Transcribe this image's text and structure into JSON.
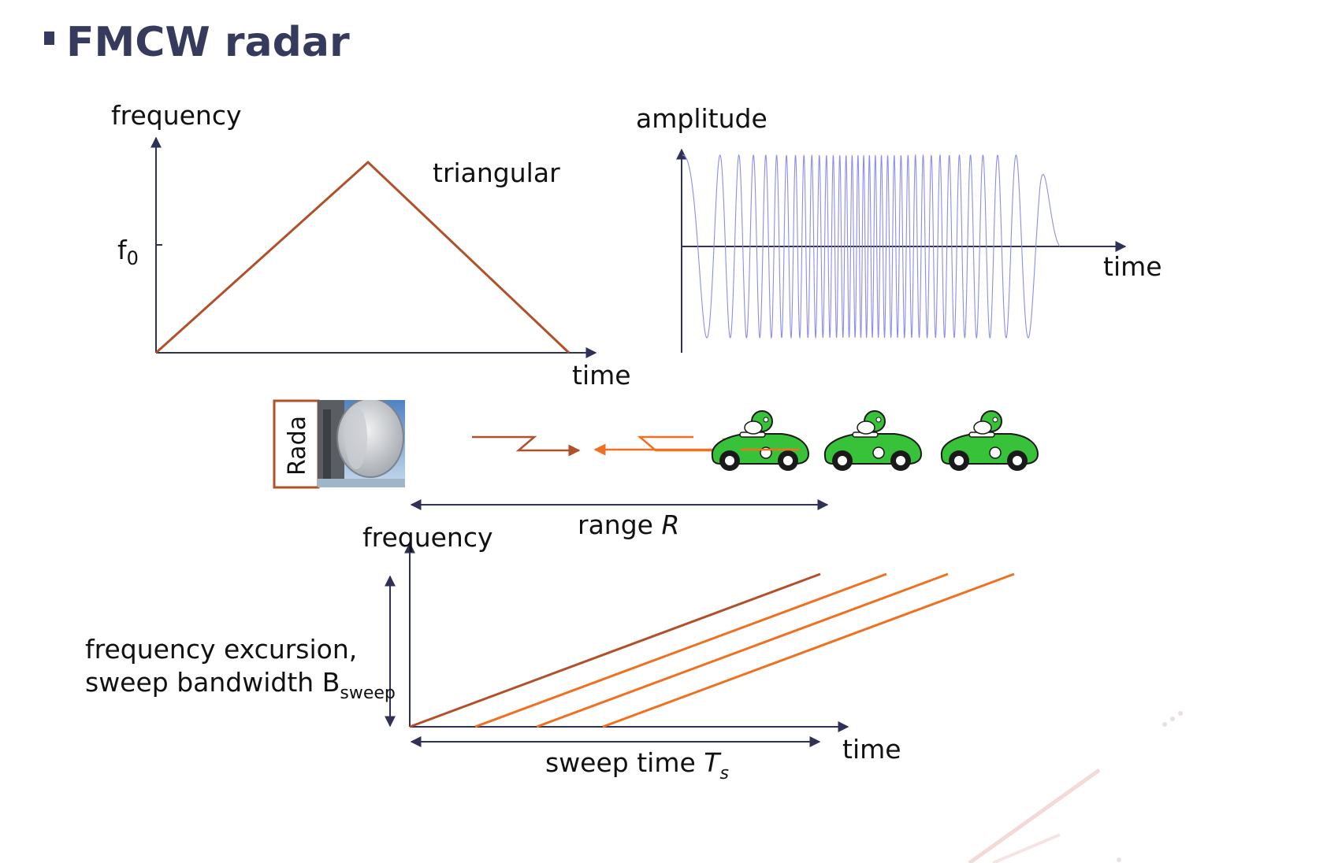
{
  "title": "FMCW radar",
  "colors": {
    "title": "#363a5c",
    "axis": "#2f3156",
    "transmit_line": "#b0512a",
    "echo_line": "#f07020",
    "wave": "#8c8cf0",
    "car": "#38c23a",
    "radar_frame": "#b0512a"
  },
  "top_left_plot": {
    "y_label": "frequency",
    "x_label": "time",
    "tick_label_main": "f",
    "tick_label_sub": "0",
    "waveform_label": "triangular"
  },
  "top_right_plot": {
    "y_label": "amplitude",
    "x_label": "time"
  },
  "middle": {
    "radar_label": "Rada",
    "range_label_text": "range ",
    "range_symbol": "R"
  },
  "bottom_plot": {
    "y_label": "frequency",
    "x_label": "time",
    "excursion_line1": "frequency excursion,",
    "excursion_line2": "sweep bandwidth B",
    "excursion_sub": "sweep",
    "sweep_time_text": "sweep time ",
    "sweep_time_symbol": "T",
    "sweep_time_sub": "s"
  },
  "icons": [
    "radar-dish-icon",
    "race-car-icon"
  ]
}
